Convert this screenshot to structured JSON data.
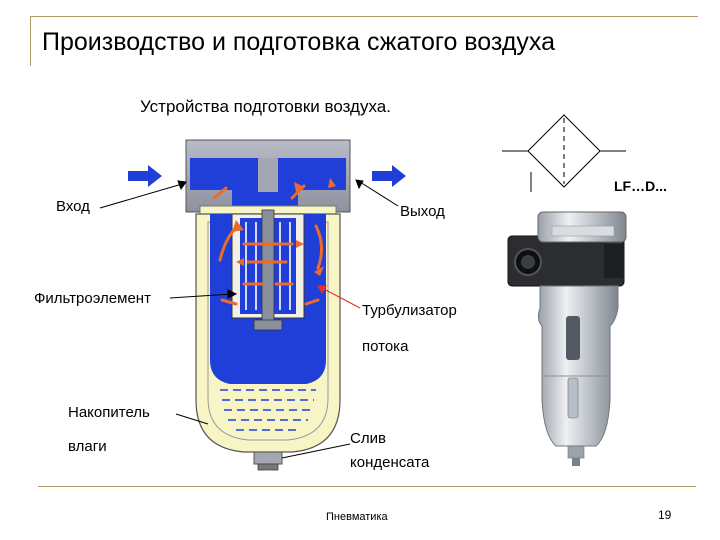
{
  "slide": {
    "title": "Производство и подготовка сжатого воздуха",
    "subtitle": "Устройства подготовки воздуха.",
    "page_number": "19",
    "footer_text": "Пневматика"
  },
  "labels": {
    "inlet": "Вход",
    "outlet": "Выход",
    "filter_element": "Фильтроэлемент",
    "turbulizer_line1": "Турбулизатор",
    "turbulizer_line2": "потока",
    "collector_line1": "Накопитель",
    "collector_line2": "влаги",
    "drain_line1": "Слив",
    "drain_line2": "конденсата",
    "model": "LF…D..."
  },
  "colors": {
    "housing_blue": "#1f3fd8",
    "cap_gray": "#a3a7b4",
    "bowl_cream": "#f7f4c5",
    "arrow_blue": "#1f3fd8",
    "flow_orange": "#ee6a2a",
    "frame_line": "#b09a6a"
  }
}
